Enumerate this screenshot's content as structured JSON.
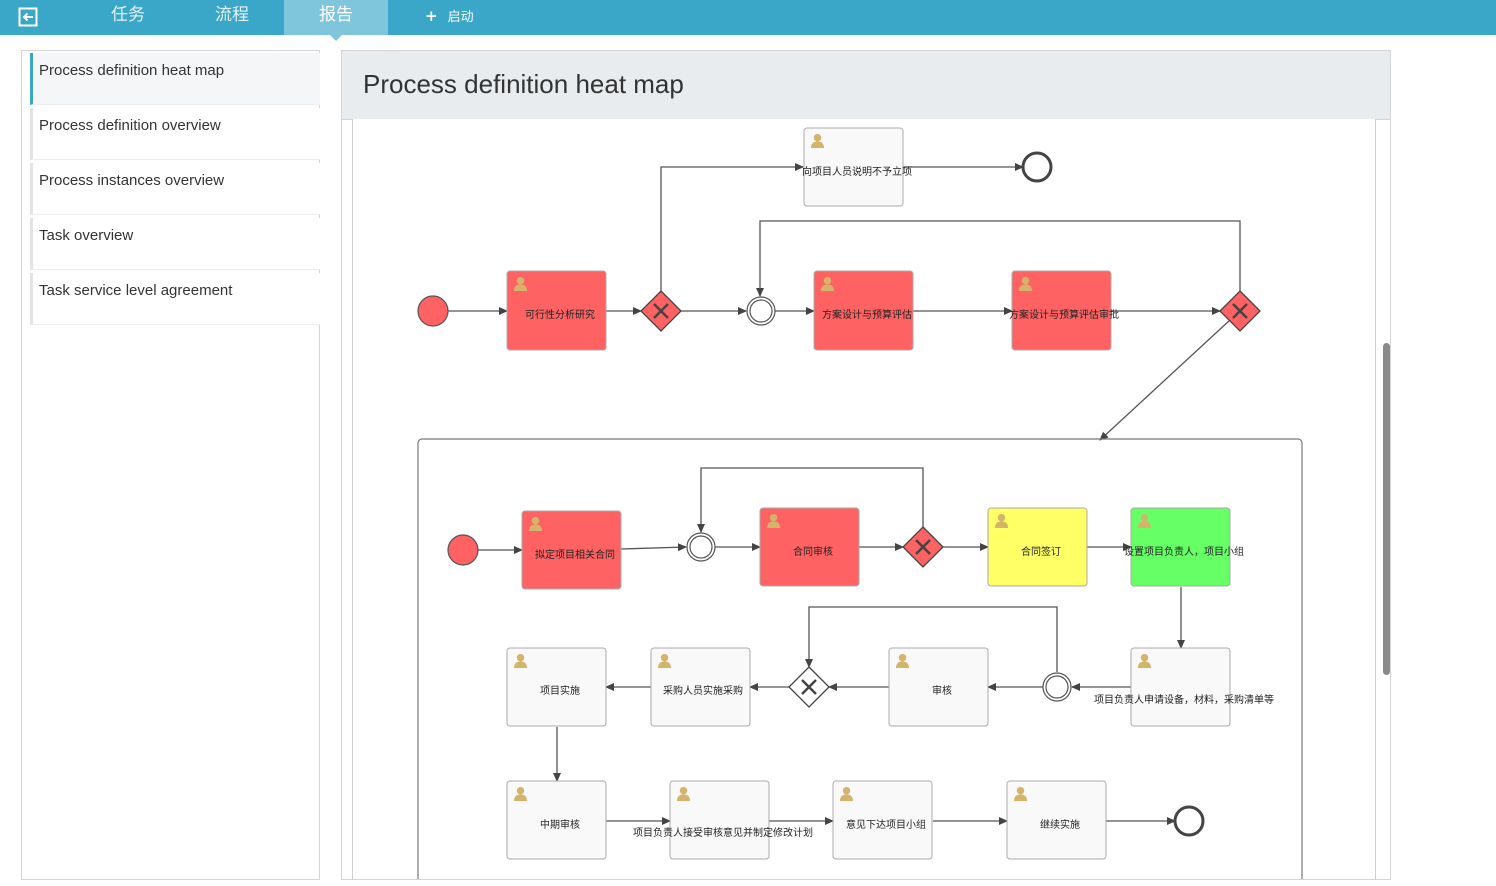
{
  "nav": {
    "tabs": [
      "任务",
      "流程",
      "报告"
    ],
    "active_tab": "报告",
    "start_label": "启动"
  },
  "sidebar": {
    "items": [
      {
        "label": "Process definition heat map",
        "active": true
      },
      {
        "label": "Process definition overview",
        "active": false
      },
      {
        "label": "Process instances overview",
        "active": false
      },
      {
        "label": "Task overview",
        "active": false
      },
      {
        "label": "Task service level agreement",
        "active": false
      }
    ]
  },
  "main": {
    "title": "Process definition heat map"
  },
  "colors": {
    "nav_bar": "#3aa6c8",
    "heat_high": "#ff6262",
    "heat_medium": "#ffff66",
    "heat_low": "#66ff66",
    "not_executed": "#f9f9f9"
  },
  "diagram": {
    "tasks": {
      "notify": "向项目人员说明不予立项",
      "feasibility": "可行性分析研究",
      "plan": "方案设计与预算评估",
      "plan_approve": "方案设计与预算评估审批",
      "draft_contract": "拟定项目相关合同",
      "contract_review": "合同审核",
      "contract_sign": "合同签订",
      "set_lead": "设置项目负责人，项目小组",
      "implement": "项目实施",
      "procure": "采购人员实施采购",
      "review": "审核",
      "apply": "项目负责人申请设备，材料，采购清单等",
      "midterm": "中期审核",
      "revise": "项目负责人接受审核意见并制定修改计划",
      "dispatch": "意见下达项目小组",
      "continue": "继续实施"
    }
  }
}
